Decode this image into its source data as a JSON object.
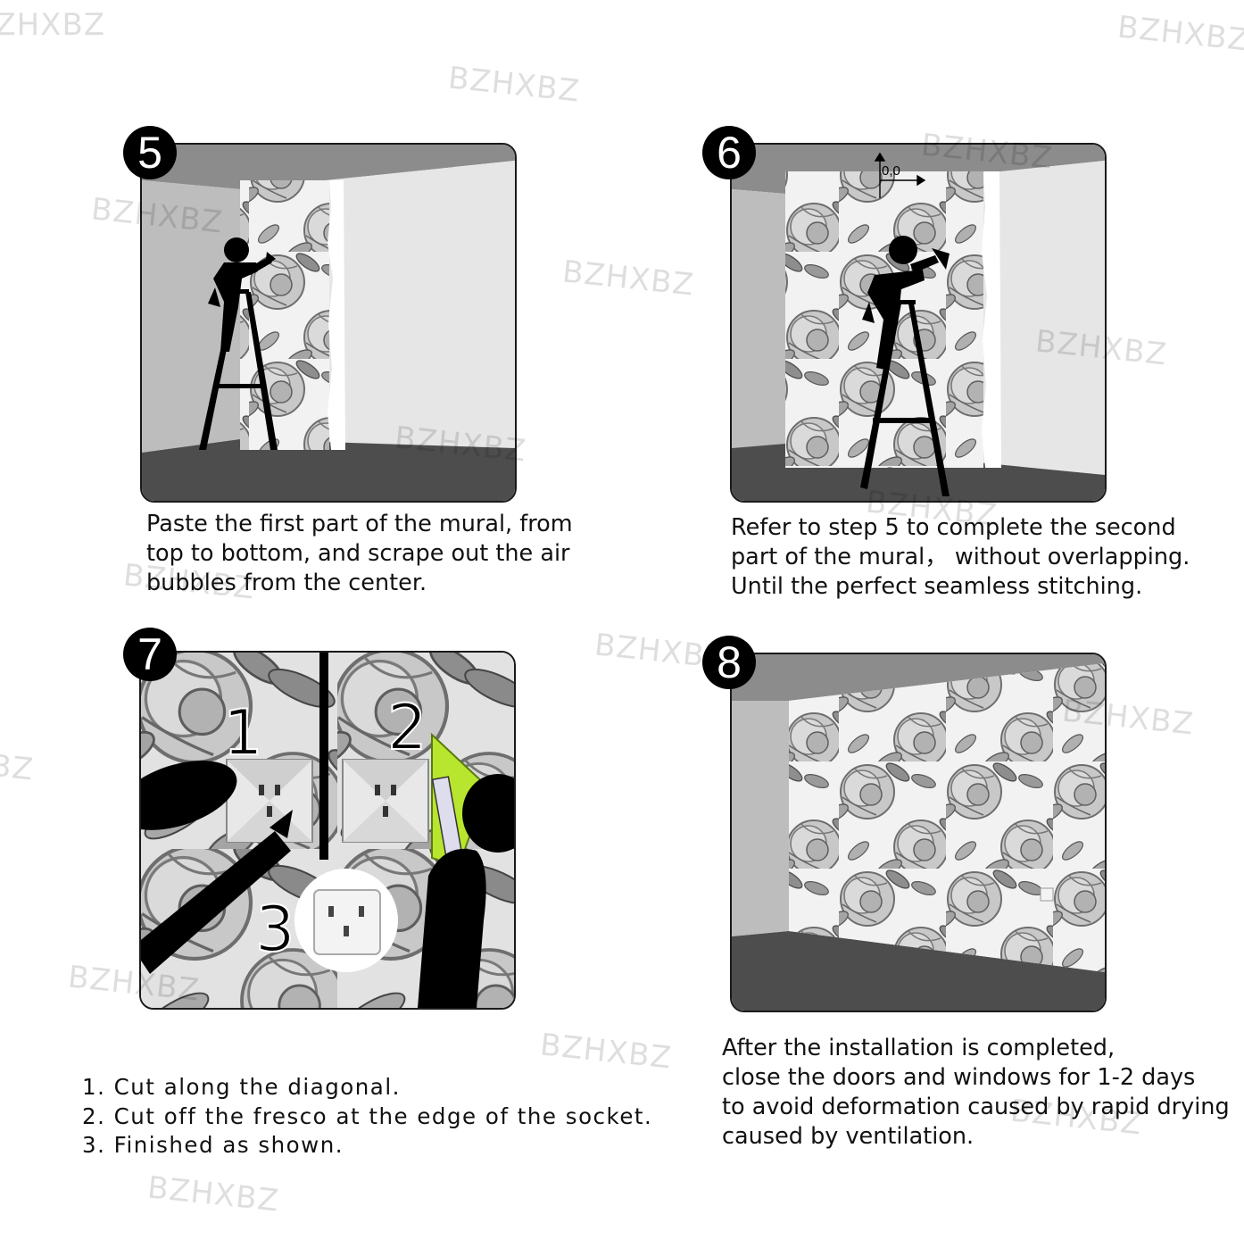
{
  "watermark": "BZHXBZ",
  "steps": [
    {
      "number": "5",
      "caption": [
        "Paste the first part of the mural, from",
        "top to bottom, and scrape out the air",
        "bubbles from the center."
      ]
    },
    {
      "number": "6",
      "origin_label": "0,0",
      "caption": [
        "Refer to step 5 to complete the second",
        "part of the mural，  without overlapping.",
        "Until the perfect seamless stitching."
      ]
    },
    {
      "number": "7",
      "socket_labels": [
        "1",
        "2",
        "3"
      ],
      "caption": [
        "1. Cut along the diagonal.",
        "2. Cut off the fresco at the edge of the socket.",
        "3. Finished as shown."
      ]
    },
    {
      "number": "8",
      "caption": [
        "After the installation is completed,",
        "close the doors and windows for 1-2 days",
        "to avoid deformation caused by rapid drying",
        "caused by ventilation."
      ]
    }
  ],
  "colors": {
    "ceiling": "#8c8c8c",
    "floor": "#4d4d4d",
    "side_wall": "#bdbdbd",
    "wall": "#e6e6e6",
    "tool_green": "#b8e62e"
  }
}
